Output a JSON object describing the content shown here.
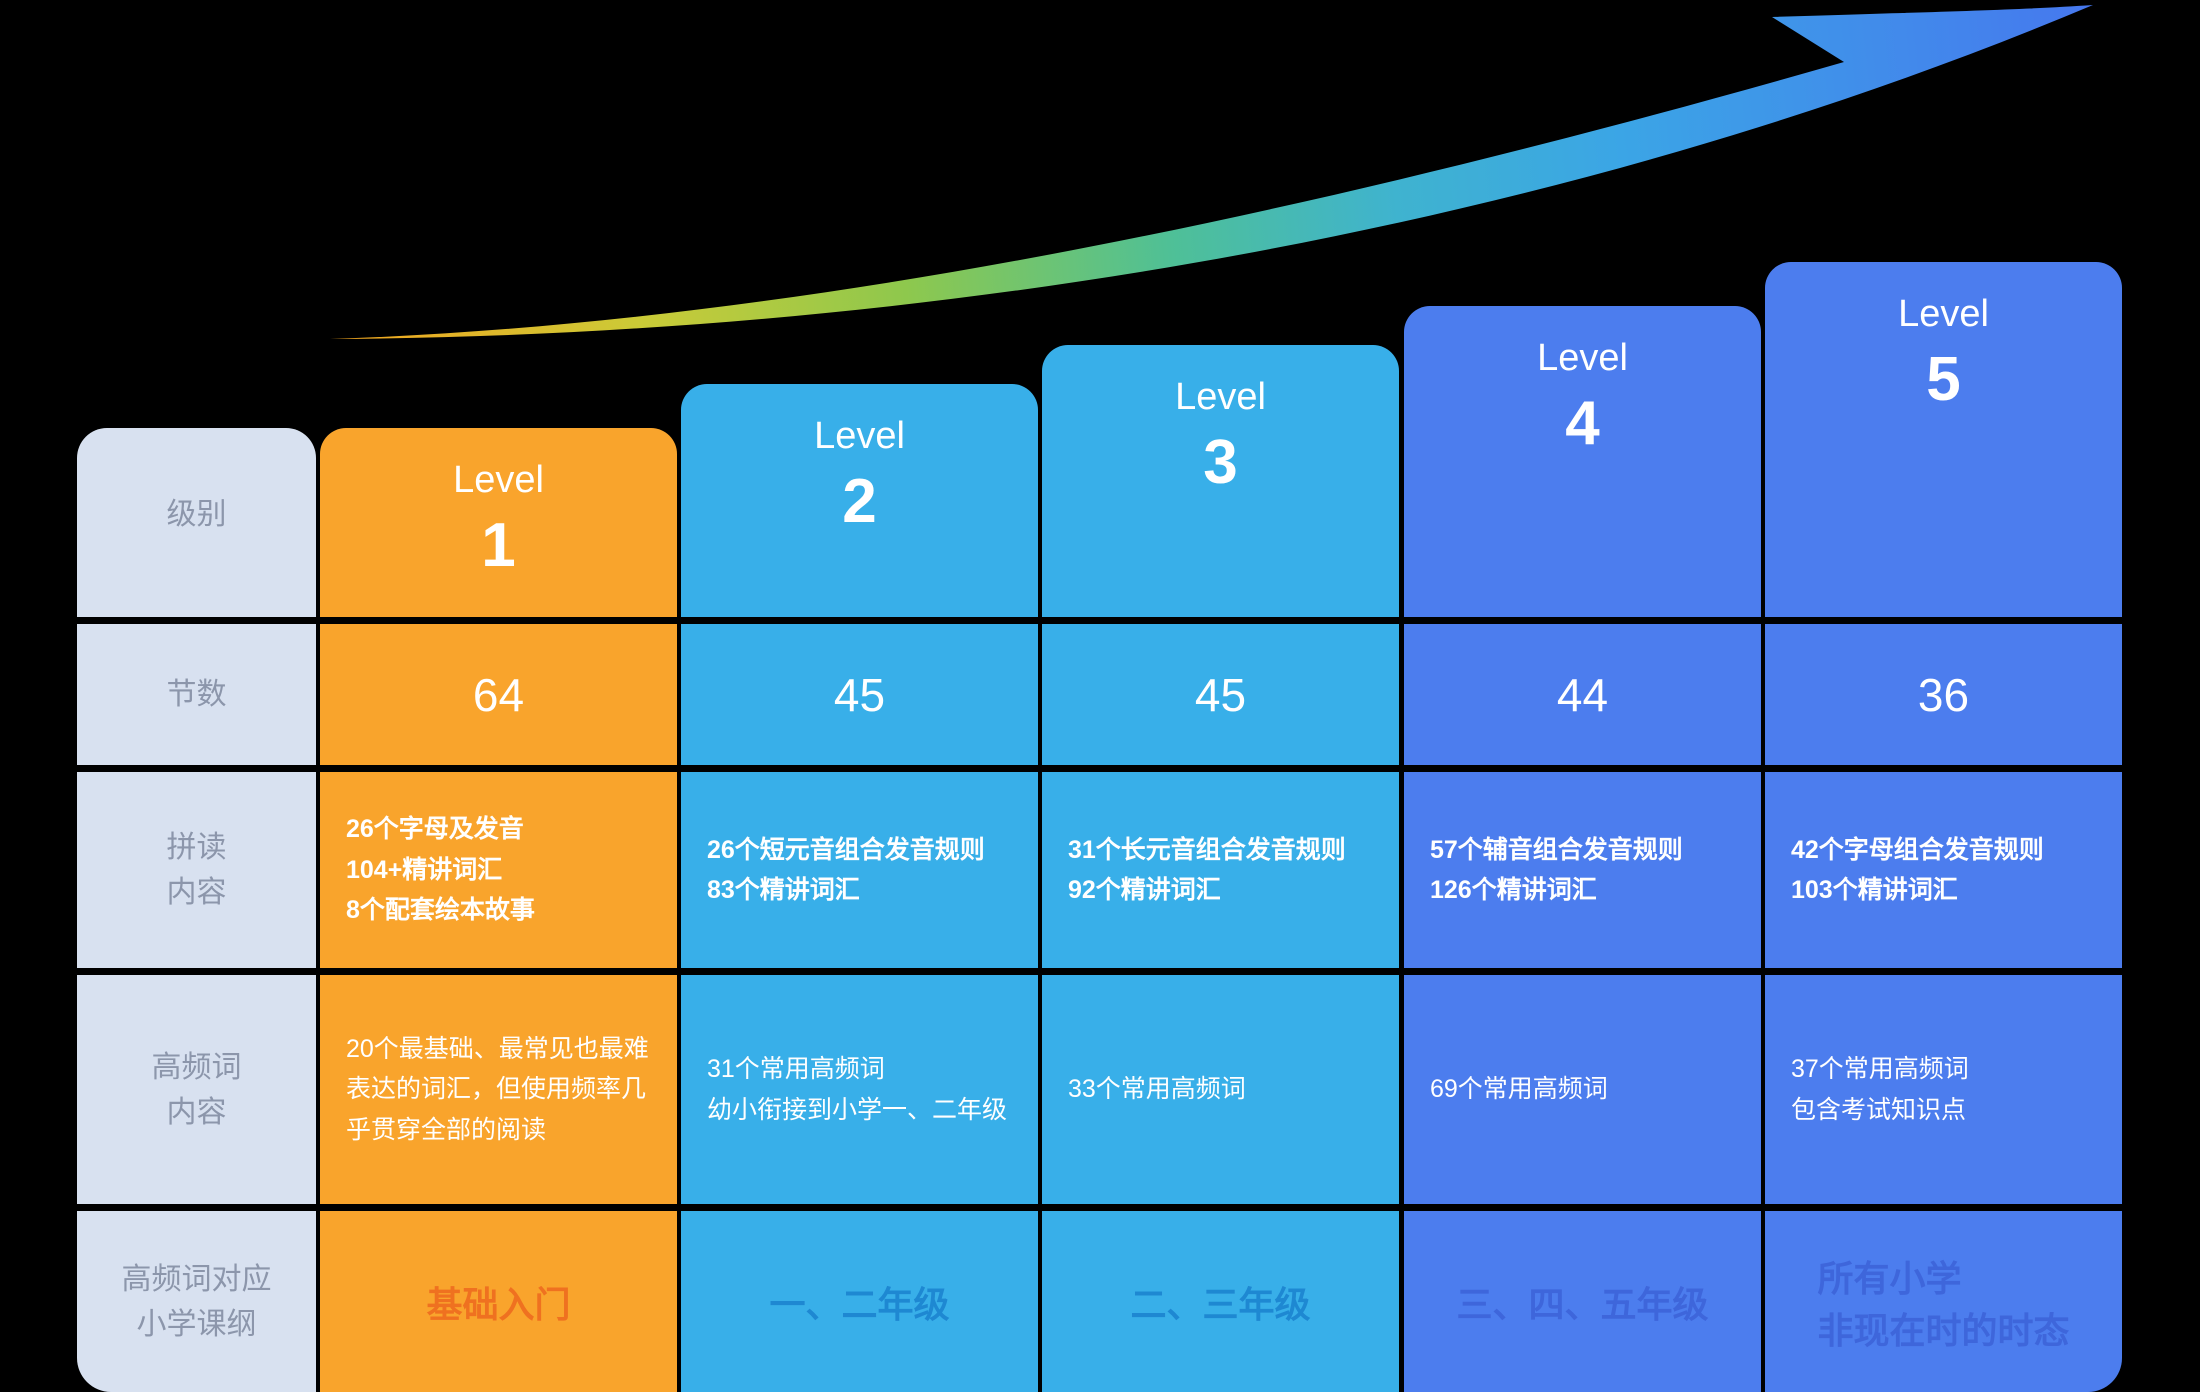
{
  "chart_data": {
    "type": "table",
    "title": "英语拼读课程级别体系 (Phonics course level system)",
    "columns": [
      "Level 1",
      "Level 2",
      "Level 3",
      "Level 4",
      "Level 5"
    ],
    "row_headers": [
      "级别",
      "节数",
      "拼读内容",
      "高频词内容",
      "高频词对应小学课纲"
    ],
    "rows": [
      {
        "label": "节数",
        "values": [
          "64",
          "45",
          "45",
          "44",
          "36"
        ]
      },
      {
        "label": "拼读内容",
        "values": [
          "26个字母及发音 / 104+精讲词汇 / 8个配套绘本故事",
          "26个短元音组合发音规则 / 83个精讲词汇",
          "31个长元音组合发音规则 / 92个精讲词汇",
          "57个辅音组合发音规则 / 126个精讲词汇",
          "42个字母组合发音规则 / 103个精讲词汇"
        ]
      },
      {
        "label": "高频词内容",
        "values": [
          "20个最基础、最常见也最难表达的词汇，但使用频率几乎贯穿全部的阅读",
          "31个常用高频词 / 幼小衔接到小学一、二年级",
          "33个常用高频词",
          "69个常用高频词",
          "37个常用高频词 / 包含考试知识点"
        ]
      },
      {
        "label": "高频词对应小学课纲",
        "values": [
          "基础入门",
          "一、二年级",
          "二、三年级",
          "三、四、五年级",
          "所有小学 非现在时的时态"
        ]
      }
    ],
    "legend_position": "none",
    "grid": false
  },
  "row_labels": {
    "level": "级别",
    "sessions": "节数",
    "phonics": "拼读\n内容",
    "sight": "高频词\n内容",
    "curriculum": "高频词对应\n小学课纲"
  },
  "levels": [
    {
      "name": "Level",
      "num": "1",
      "sessions": "64",
      "phonics": "26个字母及发音\n104+精讲词汇\n8个配套绘本故事",
      "sight": "20个最基础、最常见也最难表达的词汇，但使用频率几乎贯穿全部的阅读",
      "curriculum": "基础入门"
    },
    {
      "name": "Level",
      "num": "2",
      "sessions": "45",
      "phonics": "26个短元音组合发音规则\n83个精讲词汇",
      "sight": "31个常用高频词\n幼小衔接到小学一、二年级",
      "curriculum": "一、二年级"
    },
    {
      "name": "Level",
      "num": "3",
      "sessions": "45",
      "phonics": "31个长元音组合发音规则\n92个精讲词汇",
      "sight": "33个常用高频词",
      "curriculum": "二、三年级"
    },
    {
      "name": "Level",
      "num": "4",
      "sessions": "44",
      "phonics": "57个辅音组合发音规则\n126个精讲词汇",
      "sight": "69个常用高频词",
      "curriculum": "三、四、五年级"
    },
    {
      "name": "Level",
      "num": "5",
      "sessions": "36",
      "phonics": "42个字母组合发音规则\n103个精讲词汇",
      "sight": "37个常用高频词\n包含考试知识点",
      "curriculum": "所有小学\n非现在时的时态"
    }
  ],
  "colors": {
    "background": "#000000",
    "label_column_bg": "#D8E1F0",
    "label_text": "#8C96AB",
    "level1_bg": "#F9A42C",
    "level2_3_bg": "#38AFE9",
    "level4_5_bg": "#4C7DEE",
    "cell_text": "#FFFFFF",
    "curriculum_text_level1": "#EF7120",
    "curriculum_text_level2_3": "#1E88D2",
    "curriculum_text_level4_5": "#3E66DB",
    "arrow_gradient": [
      "#F2A51F",
      "#CBCB37",
      "#8EC84D",
      "#4FC096",
      "#3FB3CF",
      "#3BA5E6",
      "#4678EE"
    ]
  }
}
